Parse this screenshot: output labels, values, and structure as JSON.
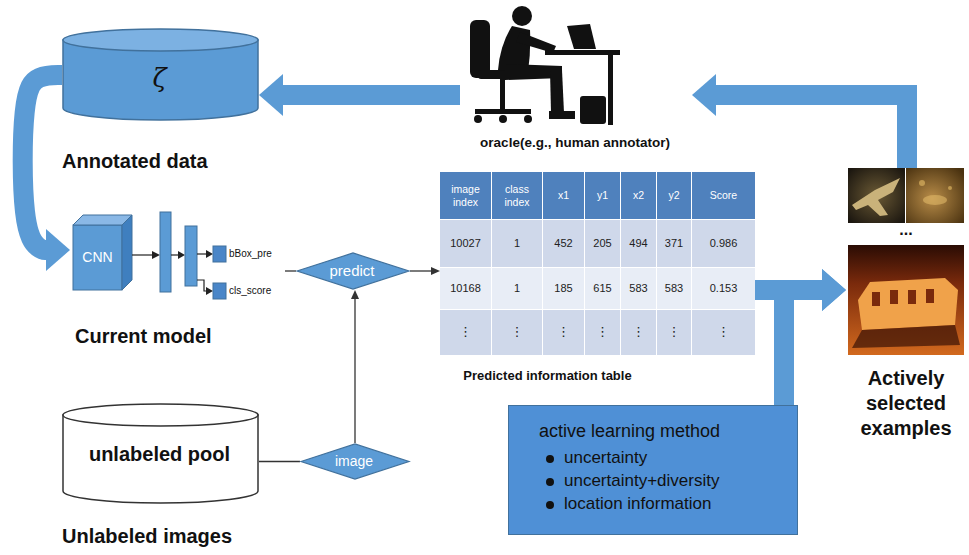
{
  "diagram": {
    "nodes": [
      {
        "text": [
          "oracle(e.g., human annotator)"
        ]
      },
      {
        "text": [
          "ζ",
          "Annotated data"
        ]
      },
      {
        "text": [
          "CNN",
          "bBox_pre",
          "cls_score",
          "Current model"
        ]
      },
      {
        "text": [
          "predict"
        ]
      },
      {
        "text": [
          "Predicted information table"
        ]
      },
      {
        "text": [
          "...",
          "Actively selected examples"
        ]
      },
      {
        "text": [
          "active learning method",
          "uncertainty",
          "uncertainty+diversity",
          "location information"
        ]
      },
      {
        "text": [
          "unlabeled pool",
          "Unlabeled images"
        ]
      },
      {
        "text": [
          "image"
        ]
      }
    ],
    "edges": [
      {
        "from": 0,
        "to": 1,
        "arrow": "to"
      },
      {
        "from": 1,
        "to": 2,
        "arrow": "to"
      },
      {
        "from": 2,
        "to": 3,
        "arrow": "none"
      },
      {
        "from": 3,
        "to": 4,
        "arrow": "to"
      },
      {
        "from": 4,
        "to": 5,
        "arrow": "to"
      },
      {
        "from": 6,
        "to": 5,
        "arrow": "to"
      },
      {
        "from": 5,
        "to": 0,
        "arrow": "to"
      },
      {
        "from": 7,
        "to": 8,
        "arrow": "none"
      },
      {
        "from": 8,
        "to": 3,
        "arrow": "to"
      }
    ],
    "labels": [
      "image index",
      "class index",
      "x1",
      "y1",
      "x2",
      "y2",
      "Score",
      "10027",
      "1",
      "452",
      "205",
      "494",
      "371",
      "0.986",
      "10168",
      "1",
      "185",
      "615",
      "583",
      "583",
      "0.153",
      "⋮",
      "⋮",
      "⋮",
      "⋮",
      "⋮",
      "⋮",
      "⋮"
    ]
  }
}
